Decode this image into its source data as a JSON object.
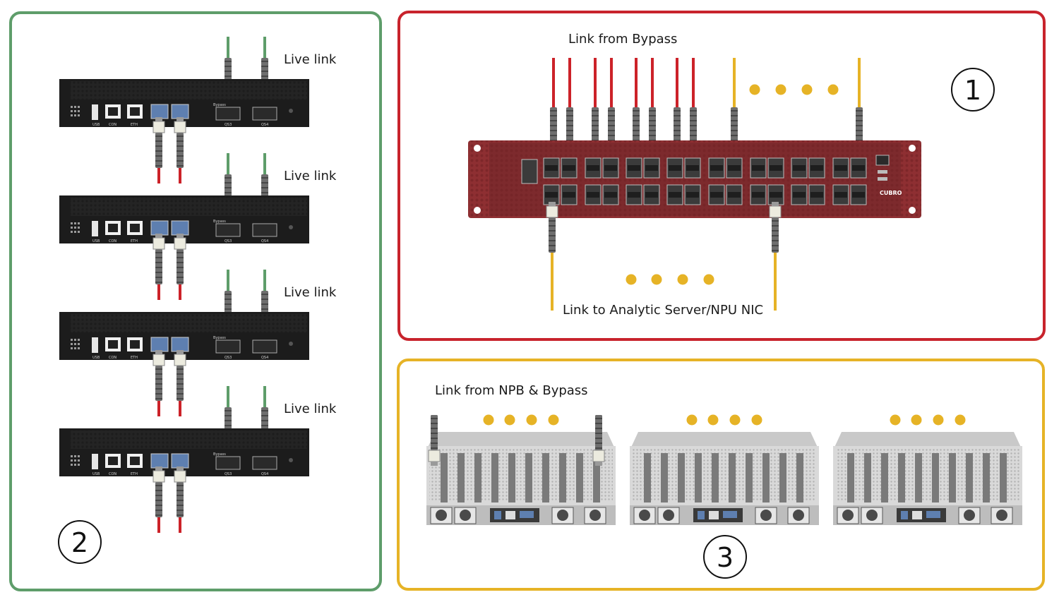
{
  "colors": {
    "panel_bypass": "#5e9d6a",
    "panel_npb": "#c8232c",
    "panel_servers": "#e6b326",
    "fiber_red": "#cc2229",
    "fiber_green": "#5e9d6a",
    "fiber_yellow": "#e6b326",
    "npb_chassis": "#8e2f32",
    "bypass_chassis": "#1c1c1c",
    "server_chassis": "#d9d9d9"
  },
  "panel_npb": {
    "number": "1",
    "top_label": "Link from Bypass",
    "bottom_label": "Link to Analytic Server/NPU NIC",
    "brand": "CUBRO",
    "icons": [
      "npb-chassis-icon",
      "fiber-connector-icon",
      "ellipsis-dots-icon"
    ]
  },
  "panel_bypass": {
    "number": "2",
    "units": [
      {
        "live_label": "Live link"
      },
      {
        "live_label": "Live link"
      },
      {
        "live_label": "Live link"
      },
      {
        "live_label": "Live link"
      }
    ],
    "port_labels": {
      "usb": "USB",
      "con": "CON",
      "eth": "ETH",
      "bypass": "Bypass",
      "qs3": "QS3",
      "qs4": "QS4"
    },
    "icons": [
      "bypass-switch-icon",
      "fiber-connector-icon"
    ]
  },
  "panel_servers": {
    "number": "3",
    "label": "Link from NPB & Bypass",
    "server_count": 3,
    "icons": [
      "rack-server-icon",
      "fiber-connector-icon",
      "ellipsis-dots-icon"
    ]
  }
}
